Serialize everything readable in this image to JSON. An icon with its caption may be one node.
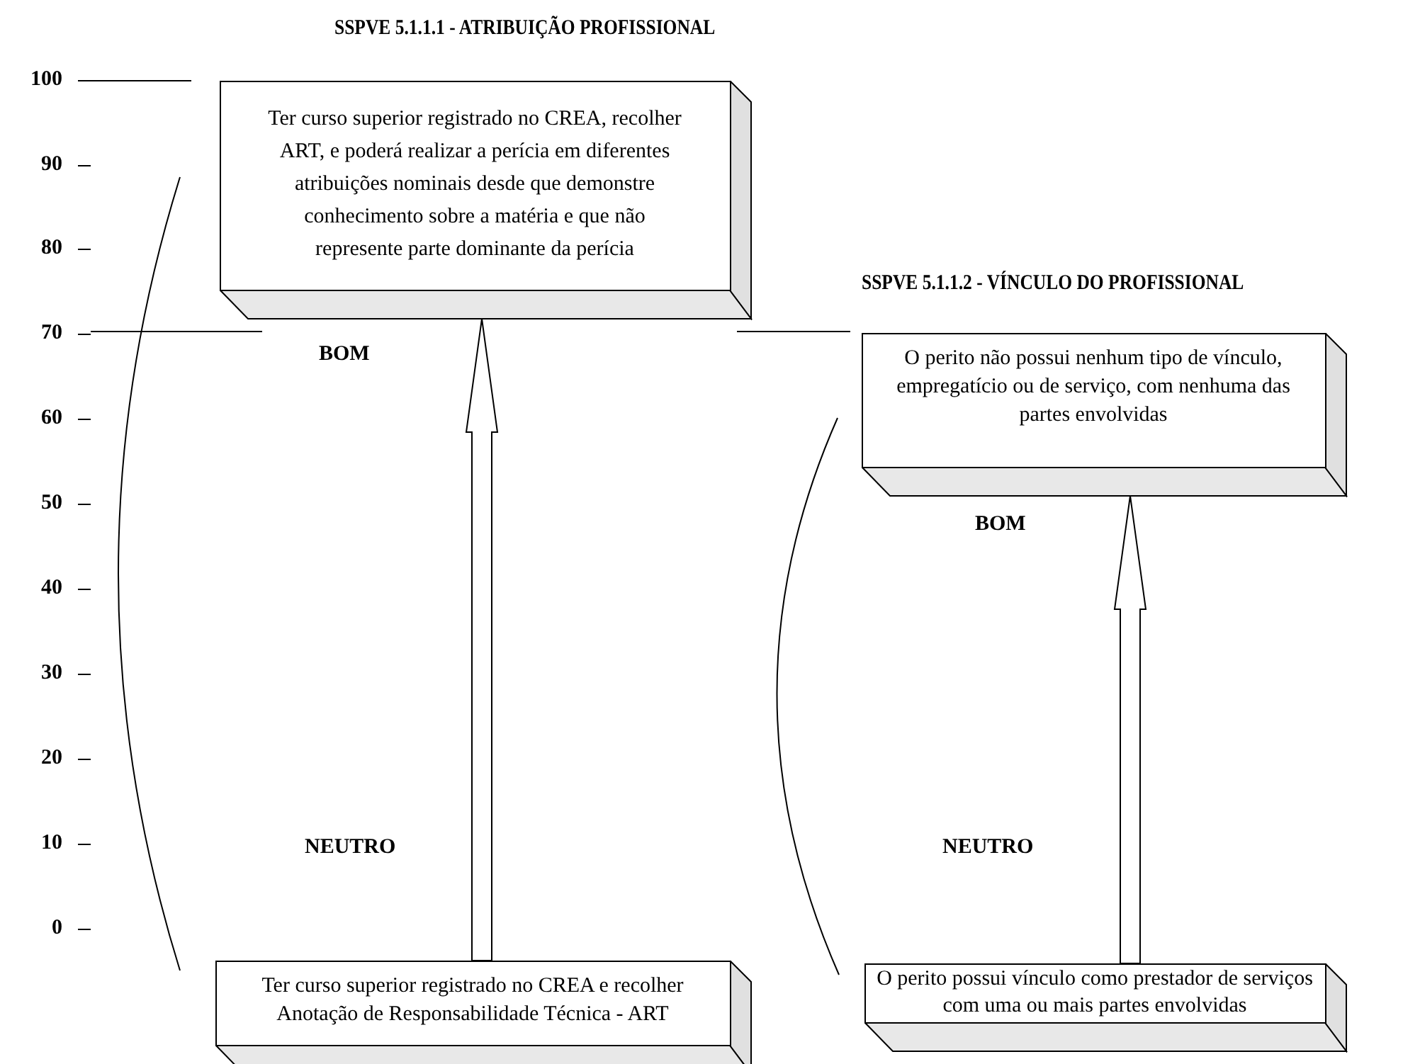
{
  "diagram": {
    "nodes": [
      {
        "text": [
          "Ter curso superior registrado no CREA, recolher ART, e poderá realizar a perícia em diferentes atribuições nominais desde que demonstre conhecimento sobre a matéria e que não represente parte dominante da perícia"
        ]
      },
      {
        "text": [
          "Ter curso superior registrado no CREA e recolher Anotação de Responsabilidade Técnica - ART"
        ]
      },
      {
        "text": [
          "O perito não possui nenhum tipo de vínculo, empregatício ou de serviço, com nenhuma das partes envolvidas"
        ]
      },
      {
        "text": [
          "O perito possui vínculo como prestador de serviços com uma ou mais partes envolvidas"
        ]
      }
    ],
    "edges": [
      {
        "from": 1,
        "to": 0,
        "arrow": "to"
      },
      {
        "from": 3,
        "to": 2,
        "arrow": "to"
      }
    ],
    "labels": [
      "SSPVE 5.1.1.1 - ATRIBUIÇÃO PROFISSIONAL",
      "100",
      "90",
      "80",
      "70",
      "60",
      "50",
      "40",
      "30",
      "20",
      "10",
      "0",
      "BOM",
      "SSPVE 5.1.1.2 - VÍNCULO DO PROFISSIONAL",
      "BOM",
      "NEUTRO",
      "NEUTRO"
    ]
  }
}
